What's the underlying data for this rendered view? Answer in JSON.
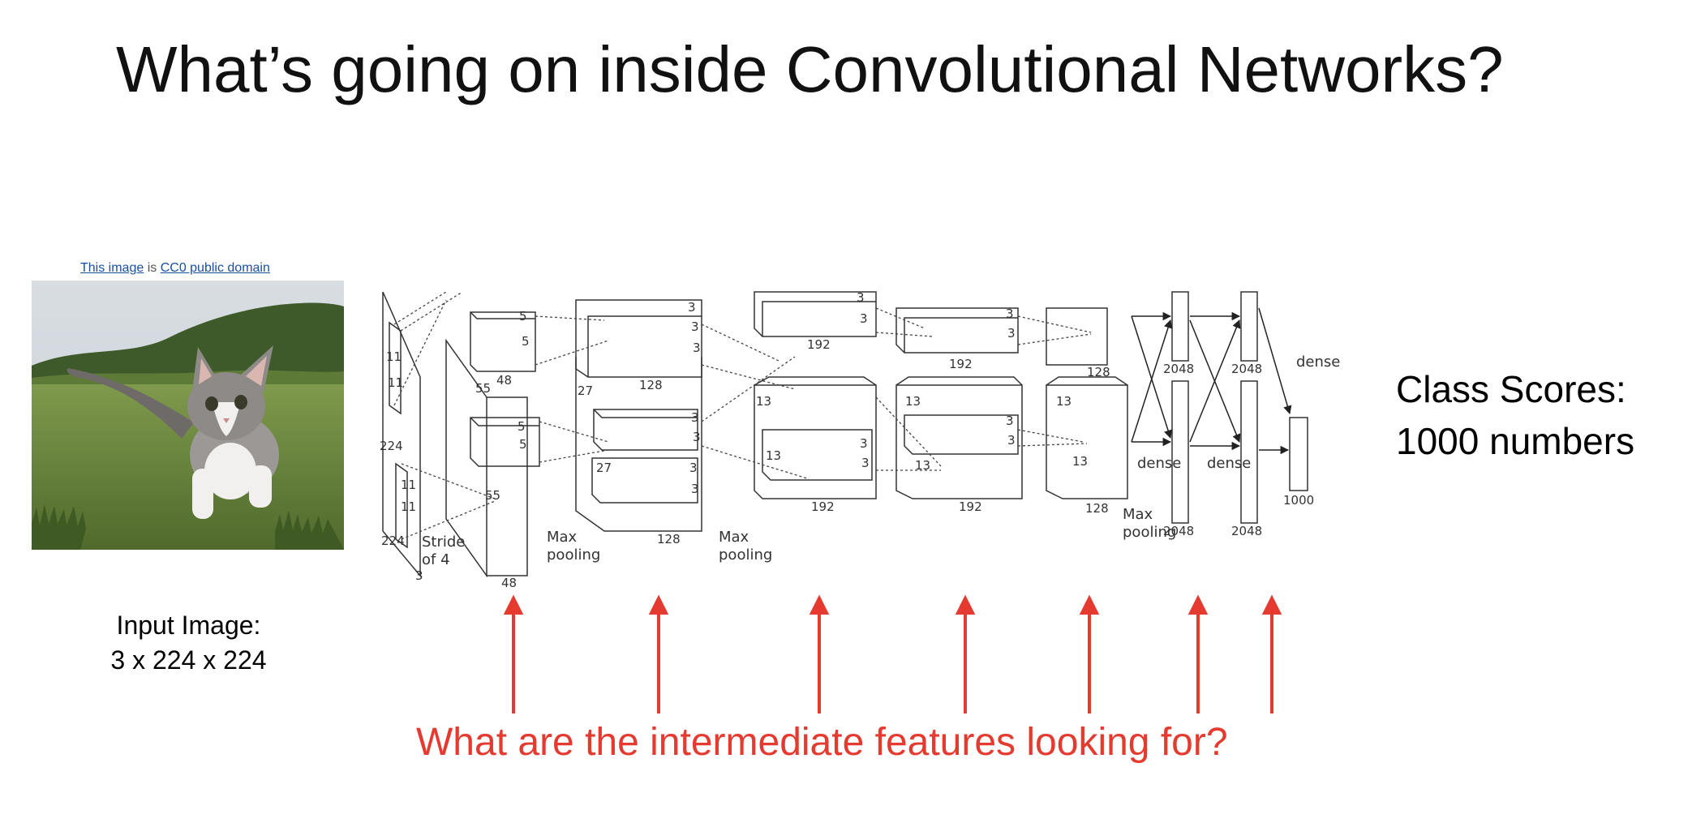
{
  "slide": {
    "title": "What’s going on inside Convolutional Networks?",
    "question": "What are the intermediate features looking for?",
    "accent_color": "#e53a2f"
  },
  "credit": {
    "link1": "This image",
    "middle": " is ",
    "link2": "CC0 public domain"
  },
  "input_caption": {
    "line1": "Input Image:",
    "line2": "3 x 224 x 224"
  },
  "output_caption": {
    "line1": "Class Scores:",
    "line2": "1000 numbers"
  },
  "network": {
    "input_labels": {
      "h": "224",
      "w": "224",
      "c": "3",
      "k1": "11",
      "k2": "11"
    },
    "stride": [
      "Stride",
      "of 4"
    ],
    "conv1": {
      "size": "55",
      "depth": "48",
      "k": "5"
    },
    "pool_label": [
      "Max",
      "pooling"
    ],
    "conv2": {
      "size": "27",
      "depth": "128",
      "k": "3"
    },
    "conv3": {
      "size": "13",
      "depth": "192",
      "k": "3"
    },
    "conv4": {
      "size": "13",
      "depth": "192",
      "k": "3"
    },
    "conv5": {
      "size": "13",
      "depth": "128"
    },
    "dense_label": "dense",
    "fc": {
      "units": "2048",
      "out": "1000"
    }
  }
}
